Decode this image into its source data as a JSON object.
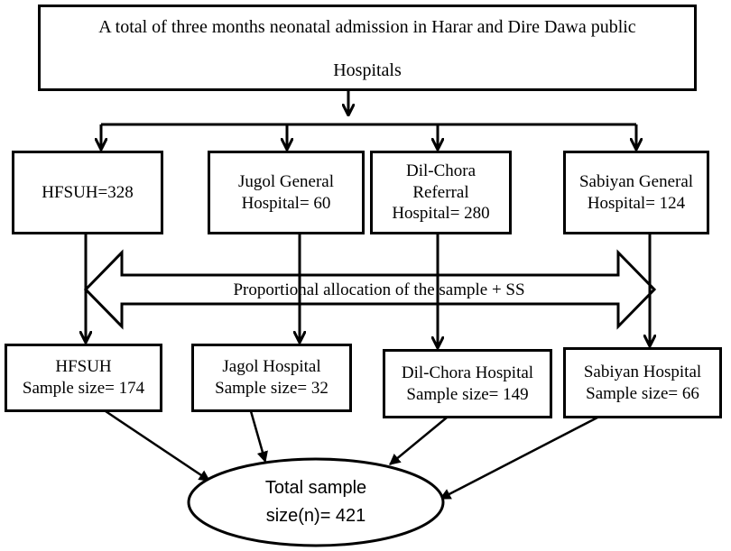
{
  "top": {
    "line1": "A total of three months neonatal admission in Harar and Dire Dawa public",
    "line2": "Hospitals"
  },
  "hospitals": [
    {
      "lines": [
        "HFSUH=328"
      ]
    },
    {
      "lines": [
        "Jugol General",
        "Hospital= 60"
      ]
    },
    {
      "lines": [
        "Dil-Chora",
        "Referral",
        "Hospital= 280"
      ]
    },
    {
      "lines": [
        "Sabiyan General",
        "Hospital= 124"
      ]
    }
  ],
  "allocation": {
    "label": "Proportional allocation of the sample + SS"
  },
  "samples": [
    {
      "lines": [
        "HFSUH",
        "Sample size= 174"
      ]
    },
    {
      "lines": [
        "Jagol Hospital",
        "Sample size= 32"
      ]
    },
    {
      "lines": [
        "Dil-Chora Hospital",
        "Sample size= 149"
      ]
    },
    {
      "lines": [
        "Sabiyan Hospital",
        "Sample size= 66"
      ]
    }
  ],
  "total": {
    "line1": "Total sample",
    "line2": "size(n)= 421"
  }
}
